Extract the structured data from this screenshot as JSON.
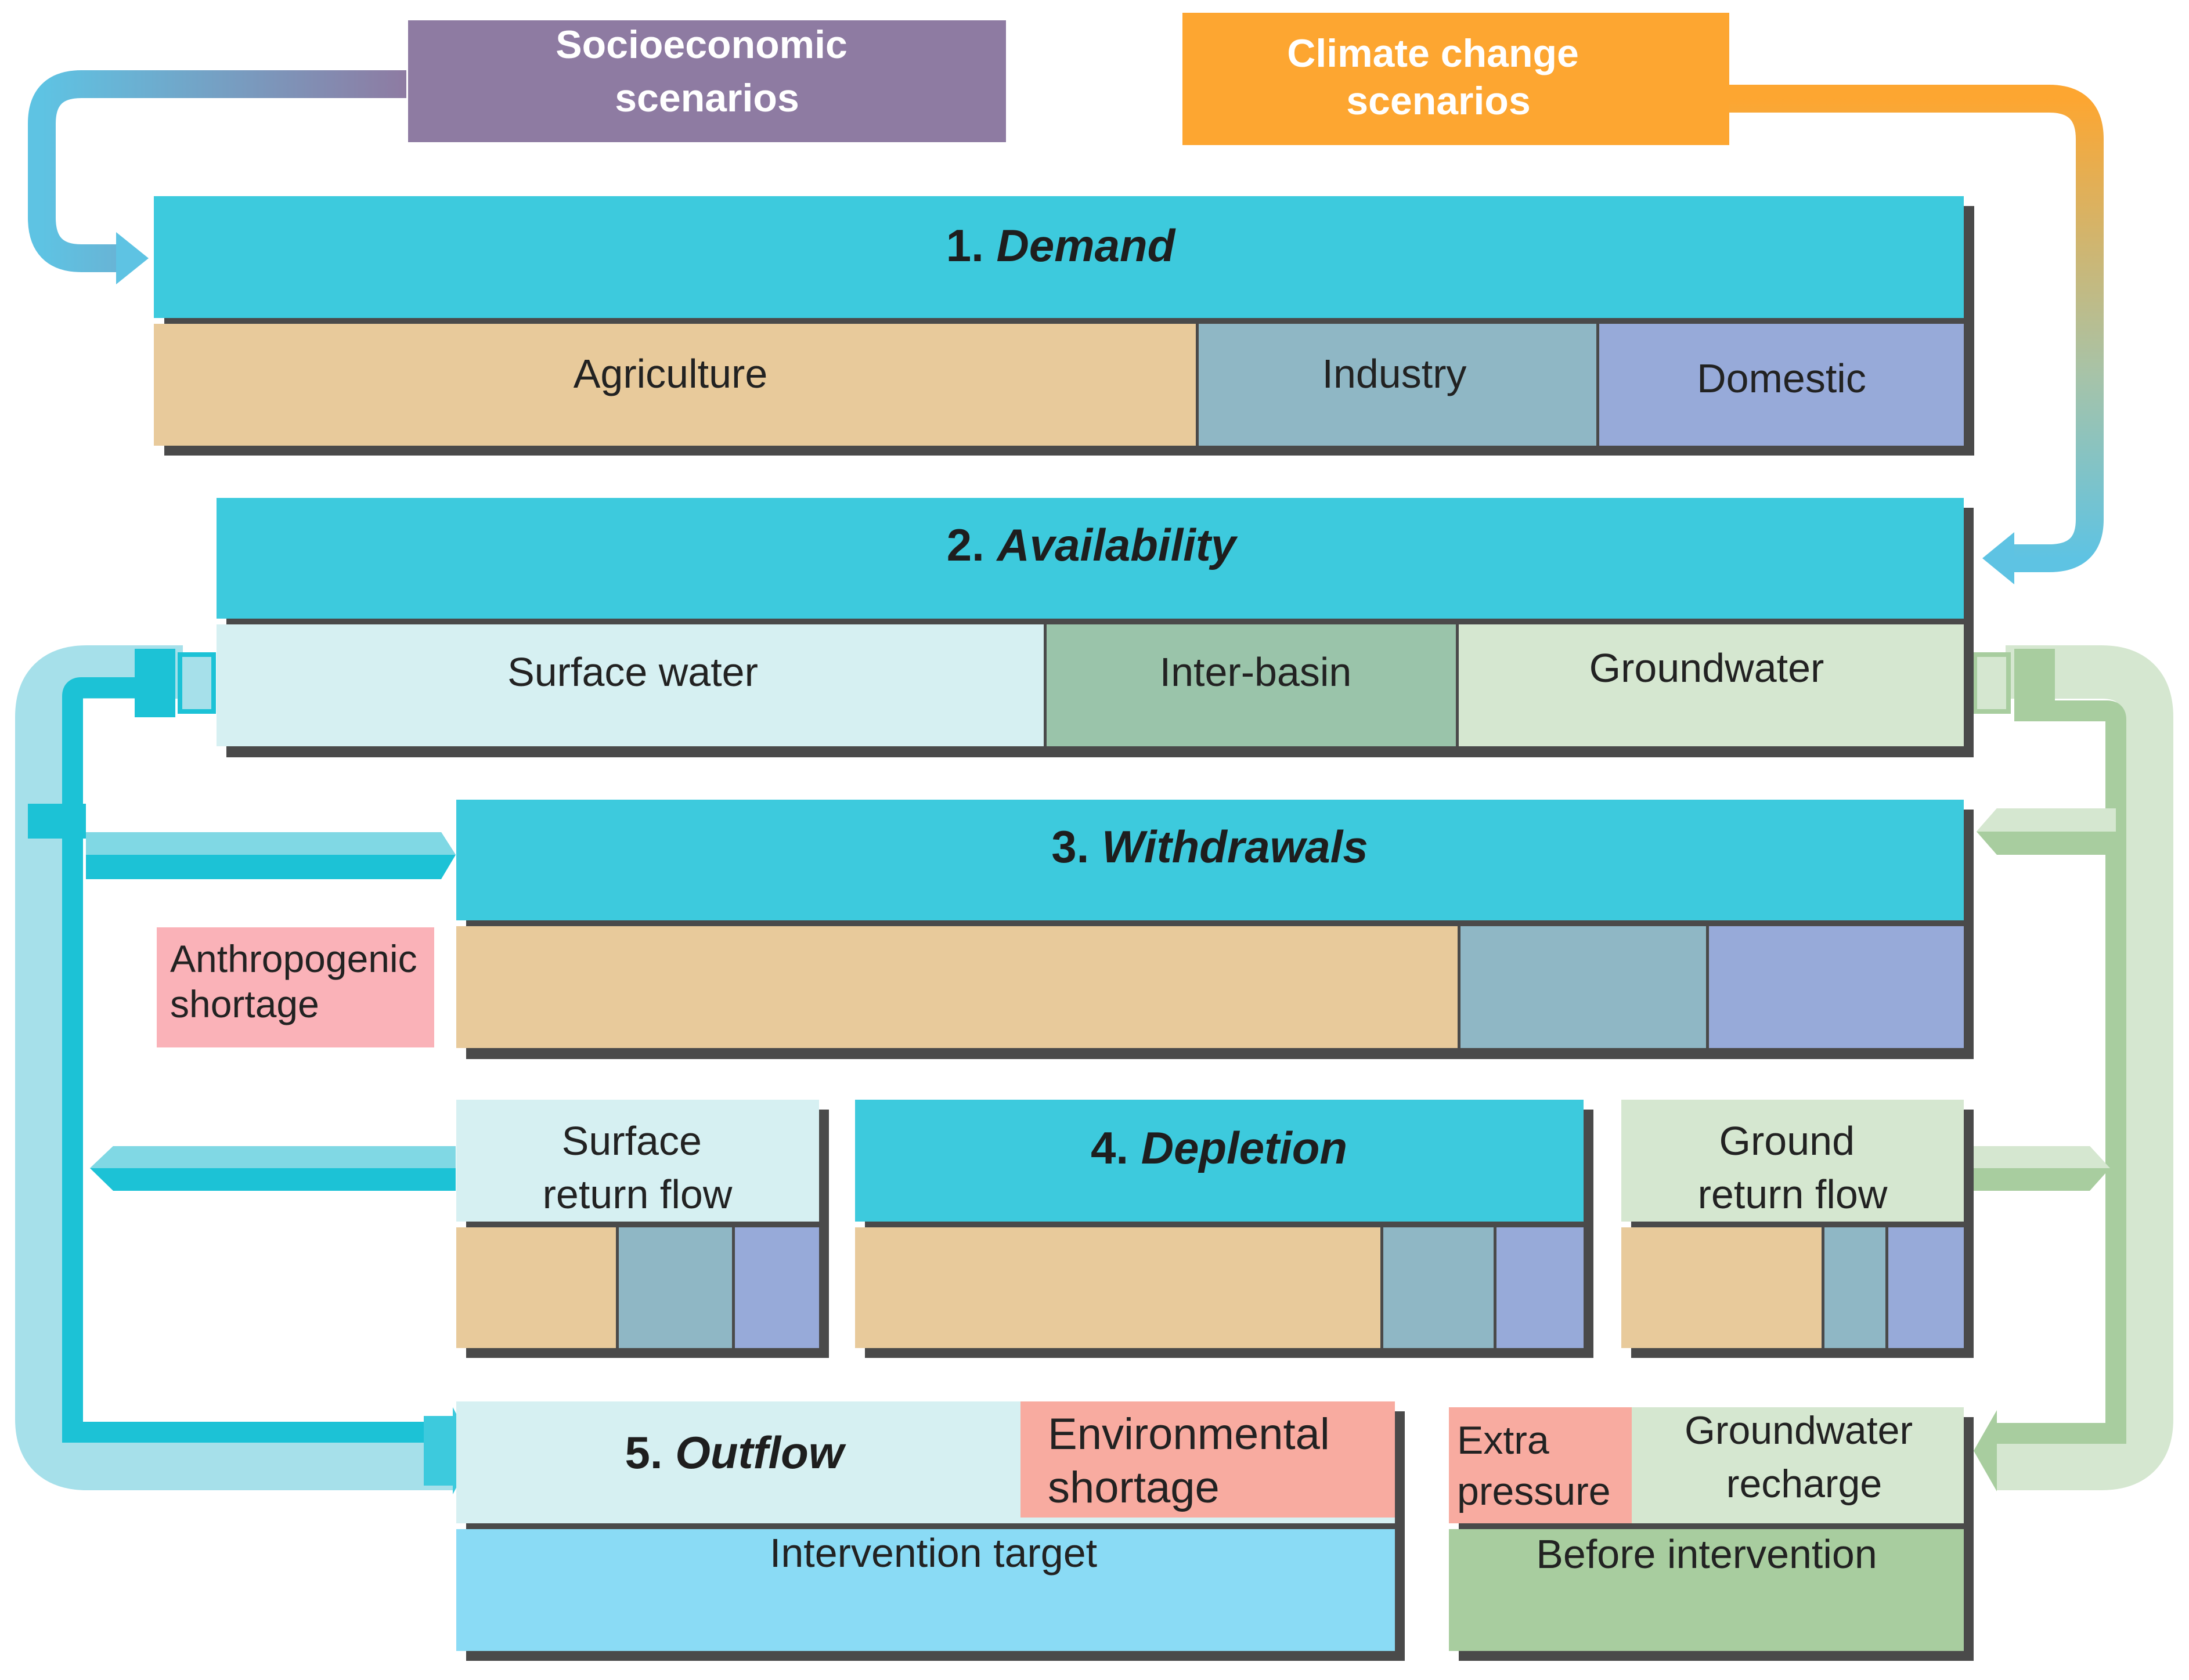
{
  "scenarios": {
    "socioeconomic": [
      "Socioeconomic",
      "scenarios"
    ],
    "climate": [
      "Climate change",
      "scenarios"
    ]
  },
  "demand": {
    "number": "1.",
    "title": "Demand",
    "sectors": {
      "agriculture": "Agriculture",
      "industry": "Industry",
      "domestic": "Domestic"
    }
  },
  "availability": {
    "number": "2.",
    "title": "Availability",
    "sources": {
      "surface": "Surface water",
      "interbasin": "Inter-basin",
      "groundwater": "Groundwater"
    }
  },
  "withdrawals": {
    "number": "3.",
    "title": "Withdrawals",
    "anthropogenic_shortage": [
      "Anthropogenic",
      "shortage"
    ]
  },
  "surface_return": [
    "Surface",
    "return flow"
  ],
  "depletion": {
    "number": "4.",
    "title": "Depletion"
  },
  "ground_return": [
    "Ground",
    "return flow"
  ],
  "outflow": {
    "number": "5.",
    "title": "Outflow",
    "environmental_shortage": [
      "Environmental",
      "shortage"
    ],
    "intervention_target": "Intervention target"
  },
  "recharge": {
    "extra_pressure": [
      "Extra",
      "pressure"
    ],
    "groundwater_recharge": [
      "Groundwater",
      "recharge"
    ],
    "before_intervention": "Before intervention"
  },
  "colors": {
    "header": "#3dcadd",
    "agriculture": "#e8ca9b",
    "industry": "#8fb7c5",
    "domestic": "#97aad9",
    "surface": "#d6f0f2",
    "interbasin": "#9ac4aa",
    "groundwater": "#d5e7d0",
    "socioeconomic": "#8e7ba2",
    "climate": "#fda631",
    "shortage_pink": "#fab2b8",
    "shortage_salmon": "#f8aba0",
    "intervention": "#8adbf5",
    "before_intervention": "#a8cd9f",
    "shadow": "#4a4a4a"
  }
}
